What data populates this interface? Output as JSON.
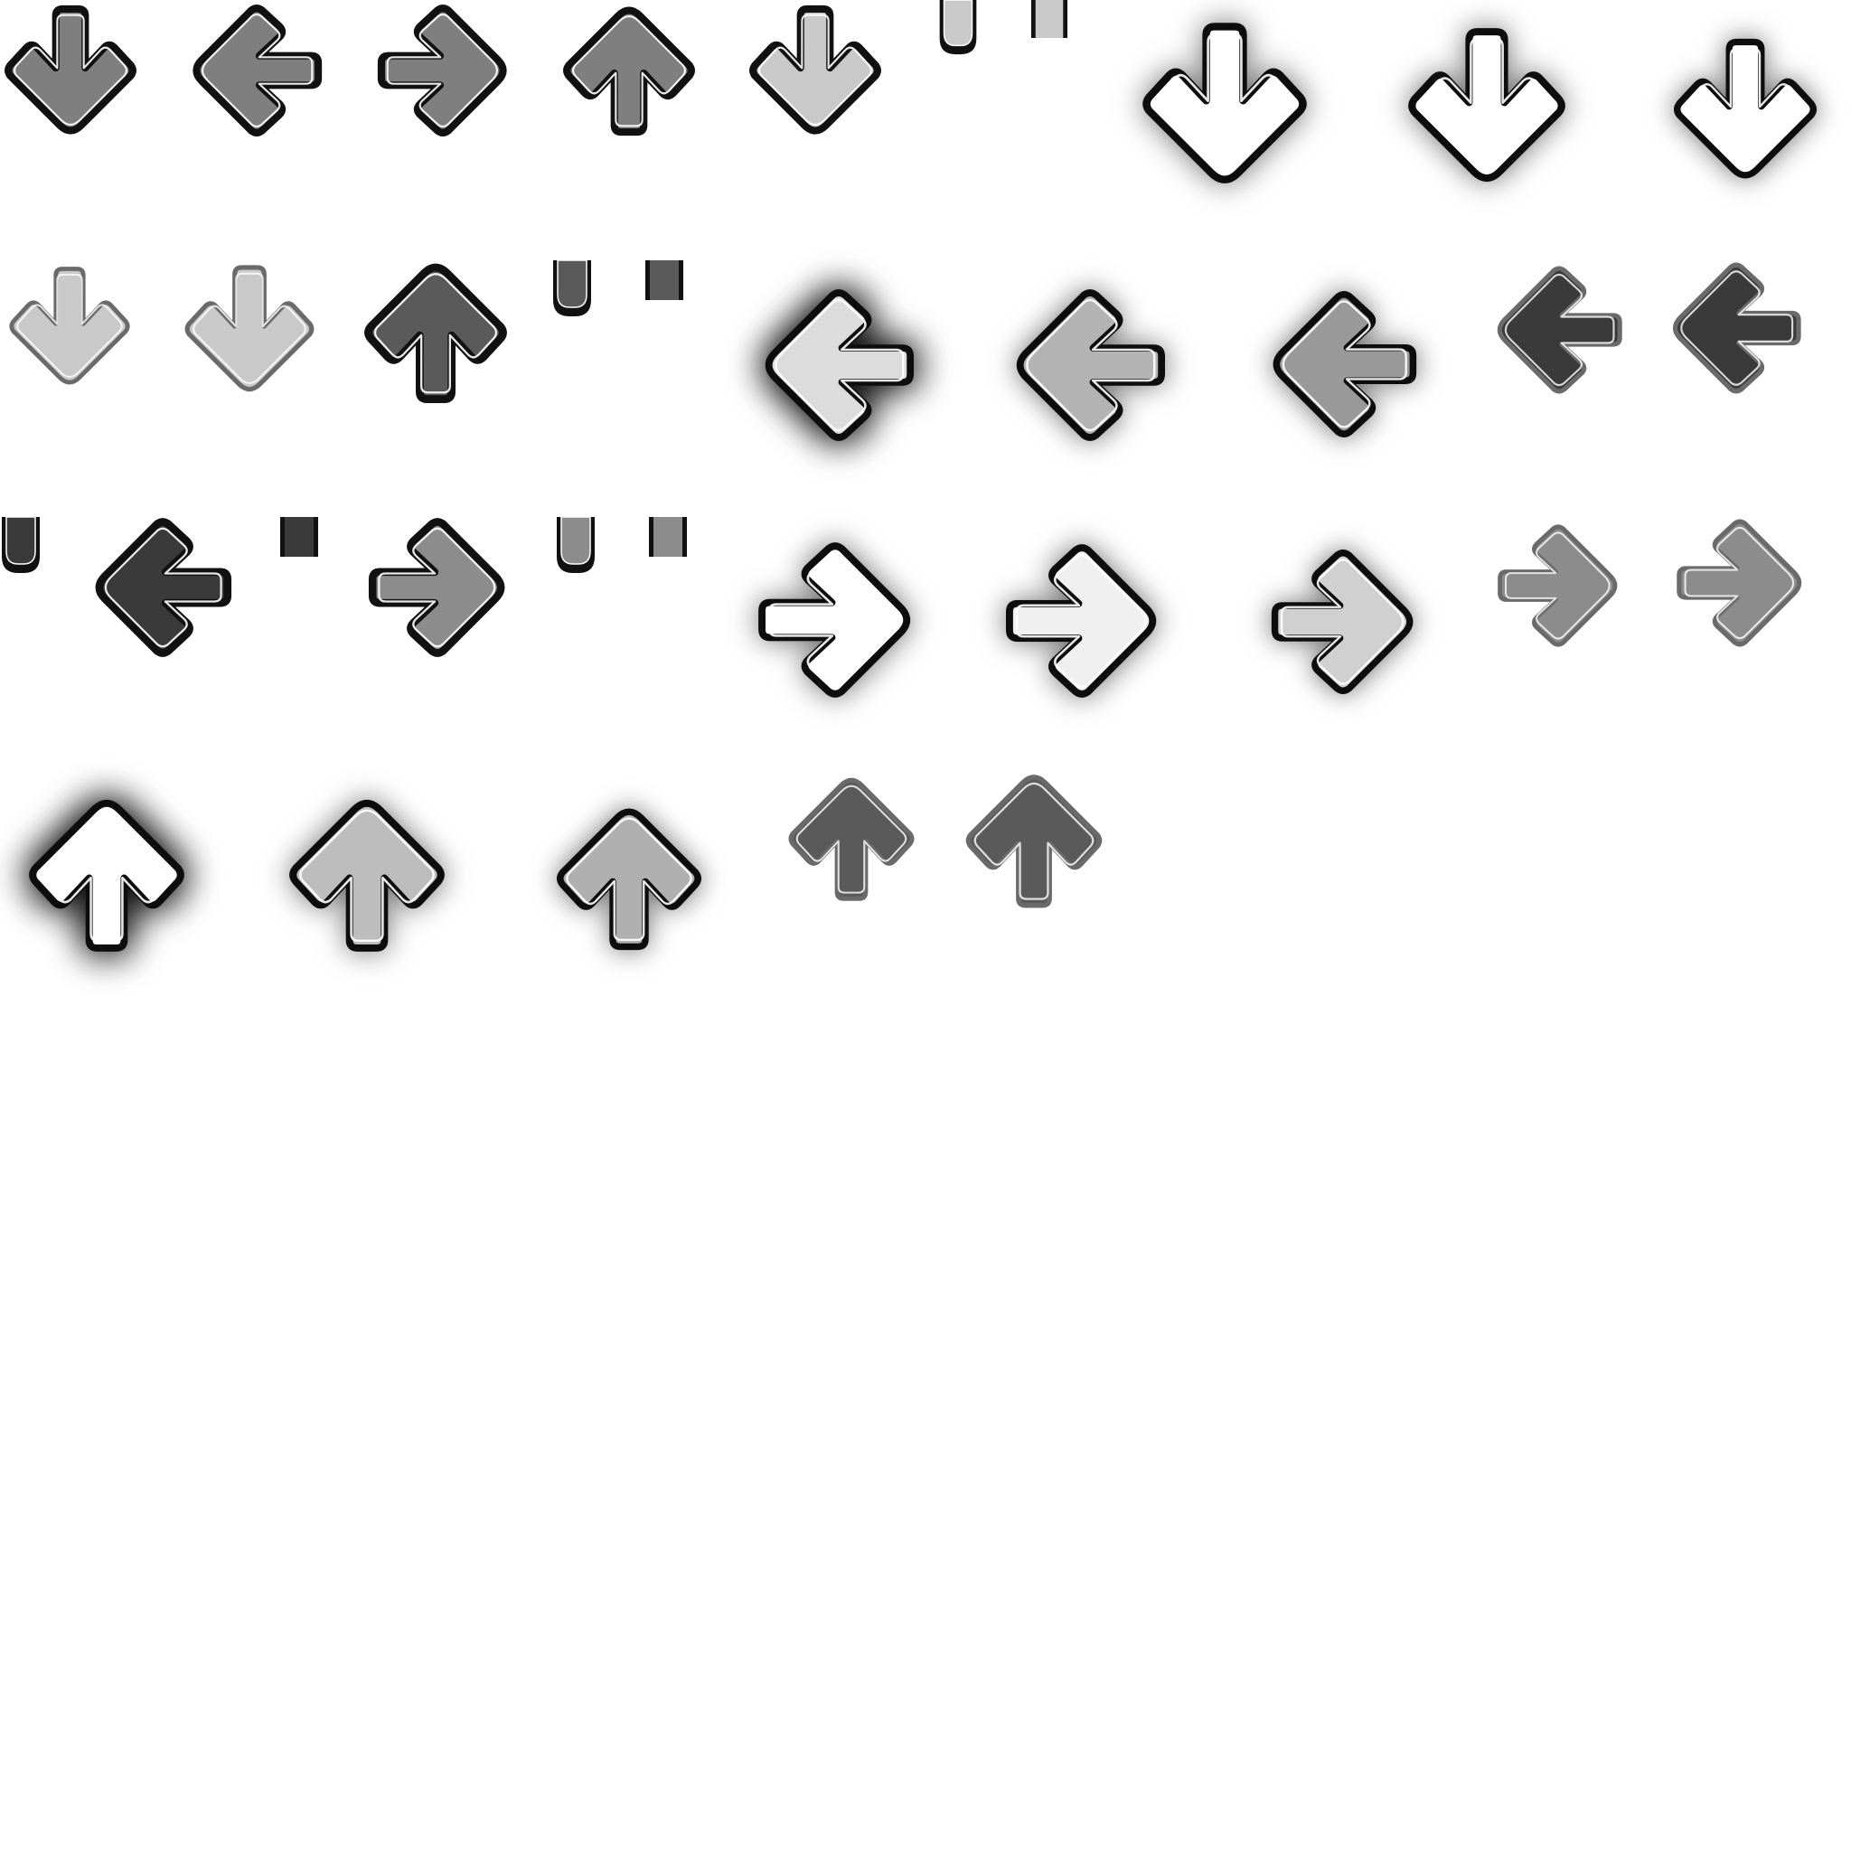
{
  "sheet": {
    "background": "#ffffff",
    "outline_color": "#111111",
    "highlight_color": "#ffffff",
    "soft_outline_color": "#6a6a6a"
  },
  "sprites": [
    {
      "name": "down-arrow-static-icon",
      "kind": "arrow",
      "direction": "down",
      "fill": "#7f7f7f",
      "style": "outlined"
    },
    {
      "name": "left-arrow-static-icon",
      "kind": "arrow",
      "direction": "left",
      "fill": "#7f7f7f",
      "style": "outlined"
    },
    {
      "name": "right-arrow-static-icon",
      "kind": "arrow",
      "direction": "right",
      "fill": "#7f7f7f",
      "style": "outlined"
    },
    {
      "name": "up-arrow-static-icon",
      "kind": "arrow",
      "direction": "up",
      "fill": "#7f7f7f",
      "style": "outlined"
    },
    {
      "name": "down-arrow-note-icon",
      "kind": "arrow",
      "direction": "down",
      "fill": "#c9c9c9",
      "style": "outlined"
    },
    {
      "name": "down-hold-end-icon",
      "kind": "hold-end",
      "fill": "#c9c9c9"
    },
    {
      "name": "down-hold-piece-icon",
      "kind": "hold-piece",
      "fill": "#c9c9c9"
    },
    {
      "name": "down-arrow-confirm-1-icon",
      "kind": "arrow",
      "direction": "down",
      "fill": "#ffffff",
      "style": "glow"
    },
    {
      "name": "down-arrow-confirm-2-icon",
      "kind": "arrow",
      "direction": "down",
      "fill": "#ffffff",
      "style": "glow"
    },
    {
      "name": "down-arrow-confirm-3-icon",
      "kind": "arrow",
      "direction": "down",
      "fill": "#ffffff",
      "style": "glow"
    },
    {
      "name": "down-arrow-press-1-icon",
      "kind": "arrow",
      "direction": "down",
      "fill": "#c9c9c9",
      "style": "soft"
    },
    {
      "name": "down-arrow-press-2-icon",
      "kind": "arrow",
      "direction": "down",
      "fill": "#c9c9c9",
      "style": "soft"
    },
    {
      "name": "up-arrow-note-icon",
      "kind": "arrow",
      "direction": "up",
      "fill": "#5a5a5a",
      "style": "outlined"
    },
    {
      "name": "up-hold-end-icon",
      "kind": "hold-end",
      "fill": "#5a5a5a"
    },
    {
      "name": "up-hold-piece-icon",
      "kind": "hold-piece",
      "fill": "#5a5a5a"
    },
    {
      "name": "left-arrow-confirm-1-icon",
      "kind": "arrow",
      "direction": "left",
      "fill": "#dcdcdc",
      "style": "glow-heavy"
    },
    {
      "name": "left-arrow-confirm-2-icon",
      "kind": "arrow",
      "direction": "left",
      "fill": "#b3b3b3",
      "style": "glow"
    },
    {
      "name": "left-arrow-confirm-3-icon",
      "kind": "arrow",
      "direction": "left",
      "fill": "#999999",
      "style": "glow"
    },
    {
      "name": "left-arrow-press-1-icon",
      "kind": "arrow",
      "direction": "left",
      "fill": "#3a3a3a",
      "style": "soft"
    },
    {
      "name": "left-arrow-press-2-icon",
      "kind": "arrow",
      "direction": "left",
      "fill": "#3a3a3a",
      "style": "soft"
    },
    {
      "name": "left-hold-end-icon",
      "kind": "hold-end",
      "fill": "#3a3a3a"
    },
    {
      "name": "left-arrow-note-icon",
      "kind": "arrow",
      "direction": "left",
      "fill": "#3a3a3a",
      "style": "outlined"
    },
    {
      "name": "left-hold-piece-icon",
      "kind": "hold-piece",
      "fill": "#3a3a3a"
    },
    {
      "name": "right-arrow-note-icon",
      "kind": "arrow",
      "direction": "right",
      "fill": "#8c8c8c",
      "style": "outlined"
    },
    {
      "name": "right-hold-end-icon",
      "kind": "hold-end",
      "fill": "#8c8c8c"
    },
    {
      "name": "right-hold-piece-icon",
      "kind": "hold-piece",
      "fill": "#8c8c8c"
    },
    {
      "name": "right-arrow-confirm-1-icon",
      "kind": "arrow",
      "direction": "right",
      "fill": "#ffffff",
      "style": "glow"
    },
    {
      "name": "right-arrow-confirm-2-icon",
      "kind": "arrow",
      "direction": "right",
      "fill": "#f0f0f0",
      "style": "glow"
    },
    {
      "name": "right-arrow-confirm-3-icon",
      "kind": "arrow",
      "direction": "right",
      "fill": "#d0d0d0",
      "style": "glow"
    },
    {
      "name": "right-arrow-press-1-icon",
      "kind": "arrow",
      "direction": "right",
      "fill": "#8c8c8c",
      "style": "soft"
    },
    {
      "name": "right-arrow-press-2-icon",
      "kind": "arrow",
      "direction": "right",
      "fill": "#8c8c8c",
      "style": "soft"
    },
    {
      "name": "up-arrow-confirm-1-icon",
      "kind": "arrow",
      "direction": "up",
      "fill": "#ffffff",
      "style": "glow-heavy"
    },
    {
      "name": "up-arrow-confirm-2-icon",
      "kind": "arrow",
      "direction": "up",
      "fill": "#bdbdbd",
      "style": "glow"
    },
    {
      "name": "up-arrow-confirm-3-icon",
      "kind": "arrow",
      "direction": "up",
      "fill": "#b0b0b0",
      "style": "glow"
    },
    {
      "name": "up-arrow-press-1-icon",
      "kind": "arrow",
      "direction": "up",
      "fill": "#5a5a5a",
      "style": "soft"
    },
    {
      "name": "up-arrow-press-2-icon",
      "kind": "arrow",
      "direction": "up",
      "fill": "#5a5a5a",
      "style": "soft"
    }
  ]
}
